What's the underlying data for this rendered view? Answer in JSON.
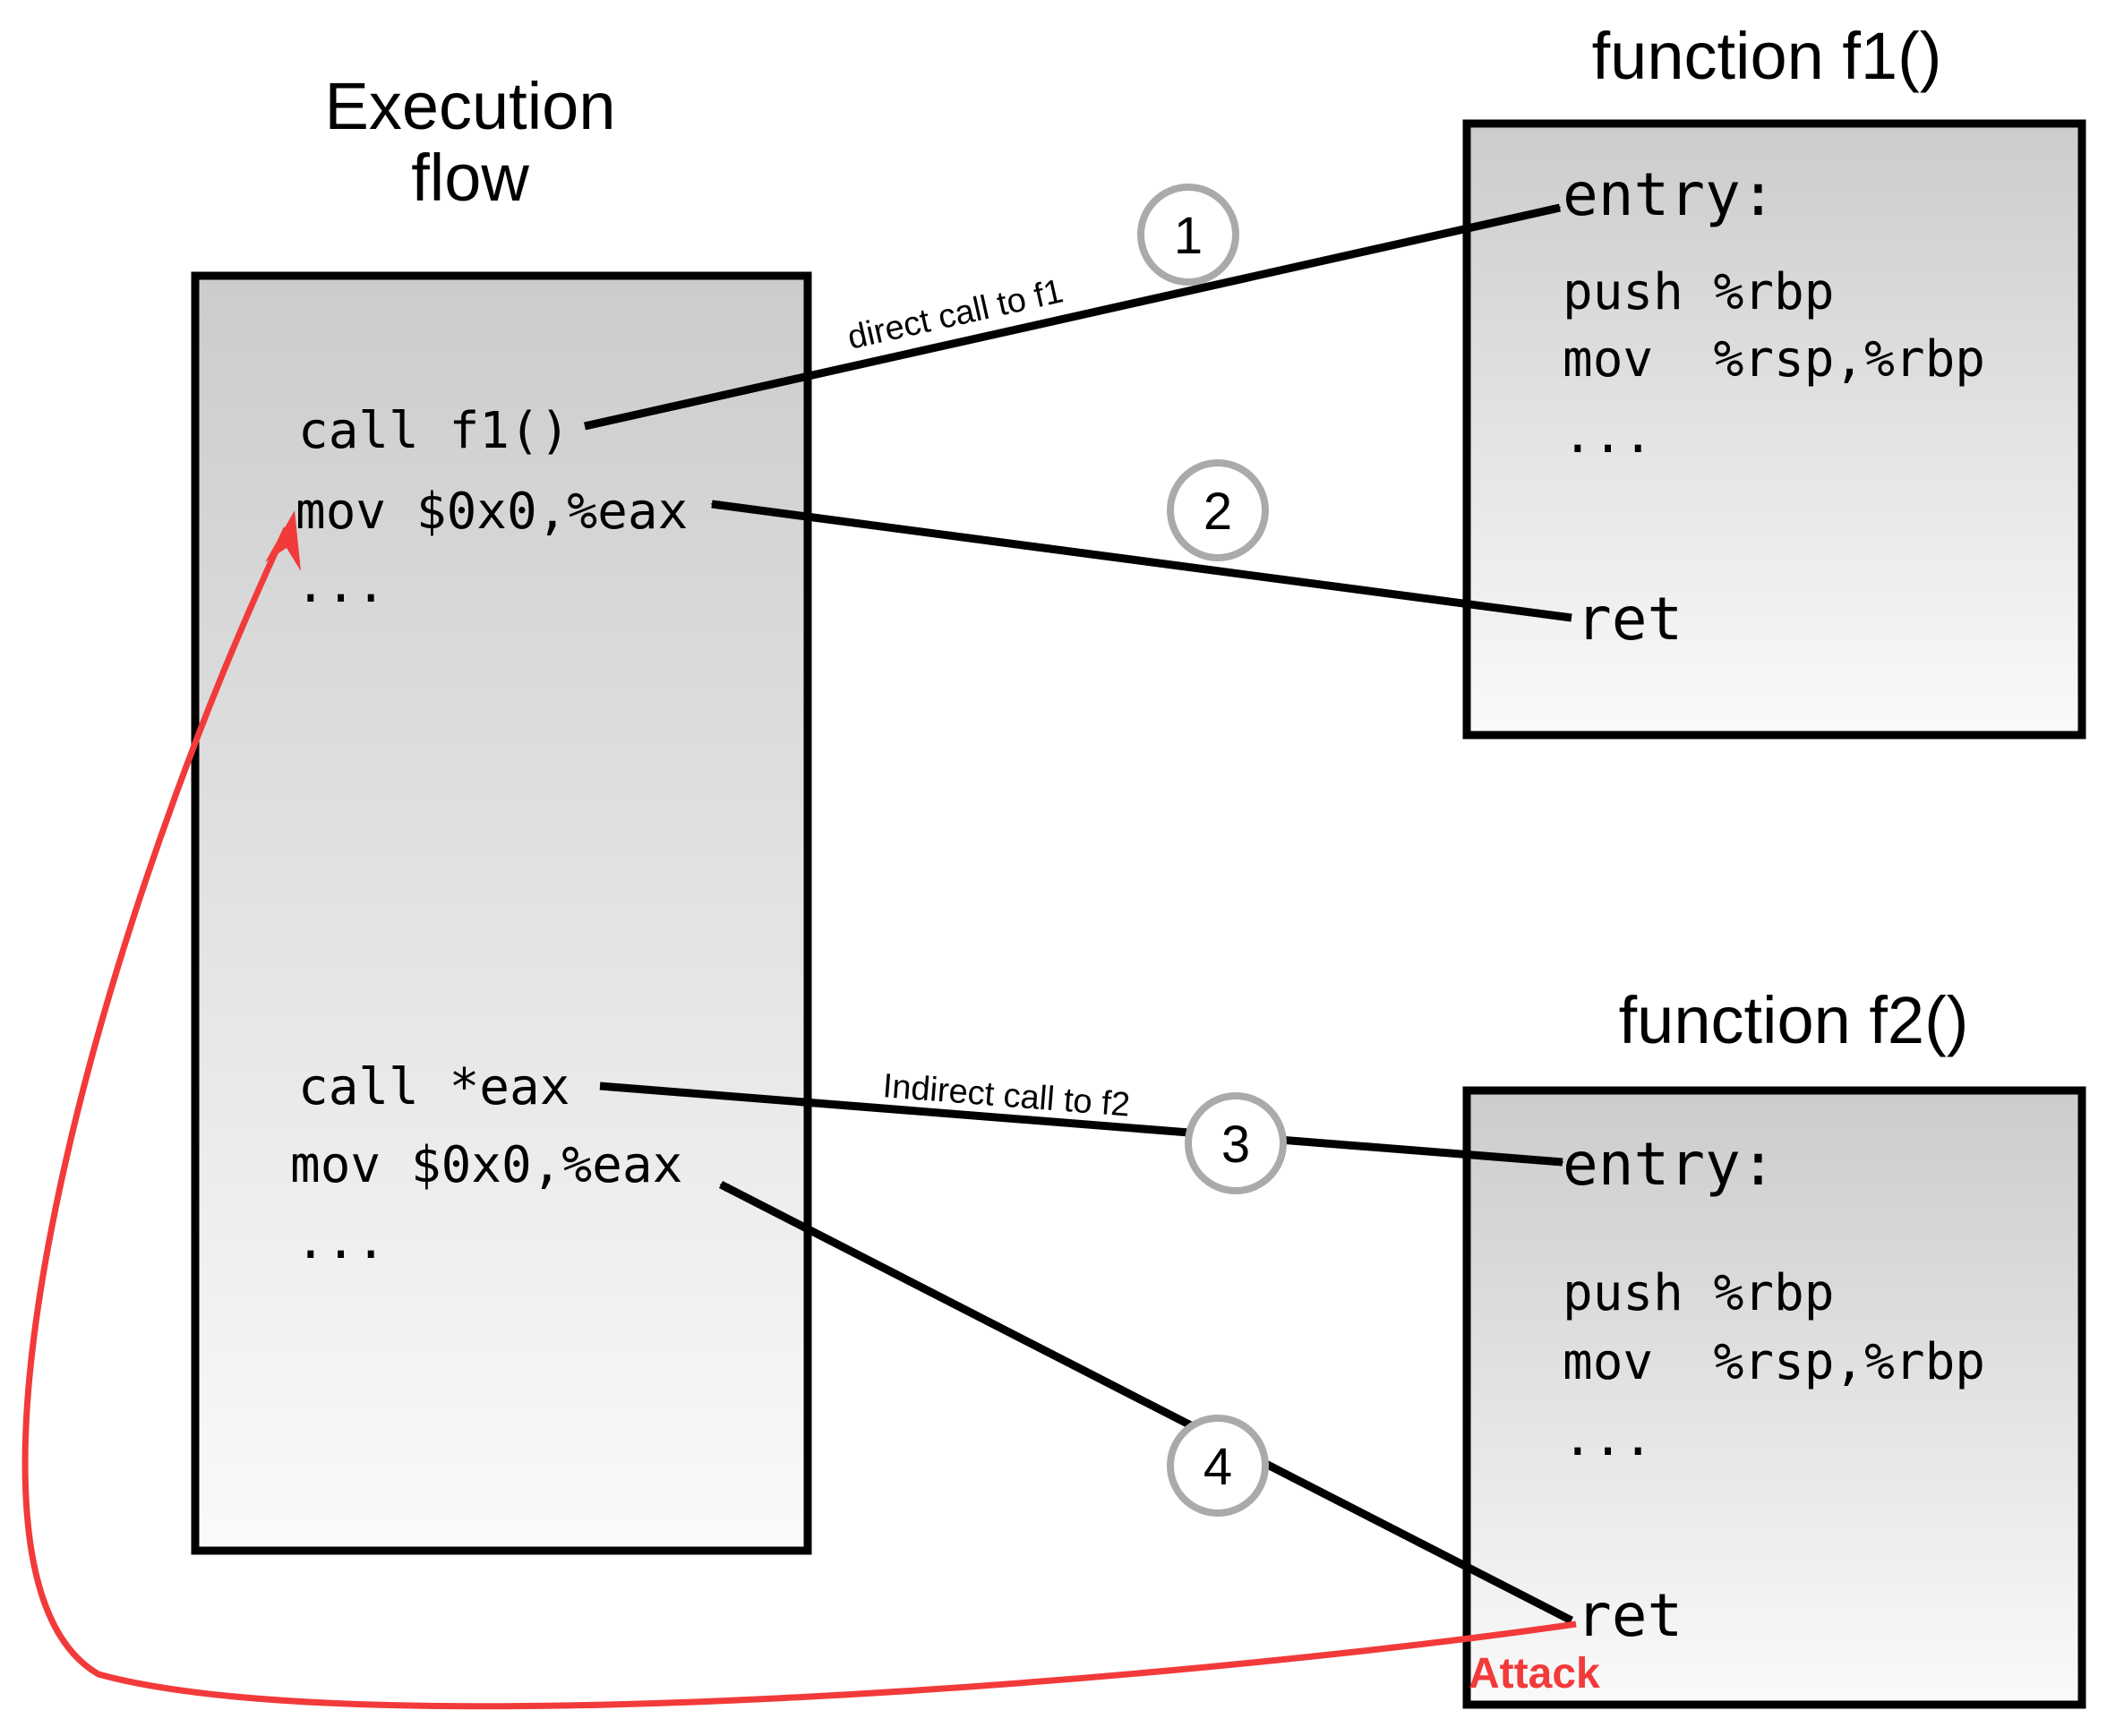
{
  "main": {
    "label": "Execution\nflow",
    "lines_top": [
      "call f1()",
      "mov $0x0,%eax",
      "..."
    ],
    "lines_bottom": [
      "call *eax",
      "mov $0x0,%eax",
      "..."
    ]
  },
  "f1": {
    "title": "function f1()",
    "entry": "entry:",
    "body": [
      "push %rbp",
      "mov  %rsp,%rbp",
      "..."
    ],
    "ret": "ret"
  },
  "f2": {
    "title": "function f2()",
    "entry": "entry:",
    "body": [
      "push %rbp",
      "mov  %rsp,%rbp",
      "..."
    ],
    "ret": "ret"
  },
  "edges": {
    "direct": "direct call to f1",
    "indirect": "Indirect call to f2",
    "attack": "Attack"
  },
  "steps": [
    "1",
    "2",
    "3",
    "4"
  ],
  "colors": {
    "attack": "#f23a3a",
    "step_ring": "#aaaaaa",
    "box_top": "#cccccc",
    "box_bottom": "#fafafa"
  }
}
